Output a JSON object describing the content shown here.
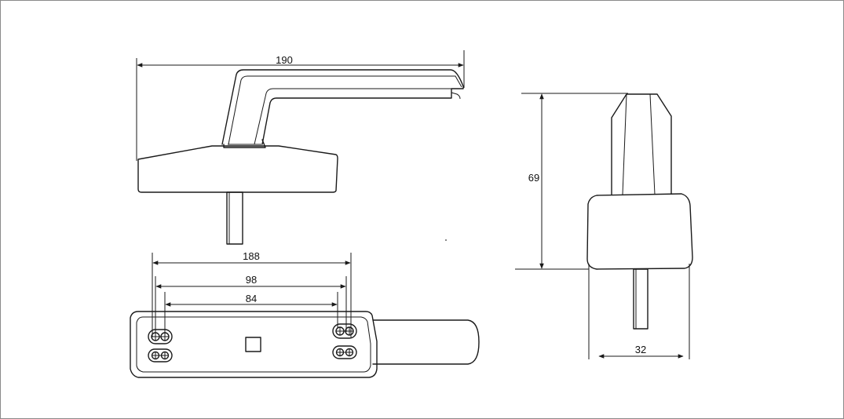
{
  "drawing": {
    "dimensions": {
      "handle_length": "190",
      "hole_spacing_outer": "188",
      "hole_spacing_middle": "98",
      "hole_spacing_inner": "84",
      "side_height": "69",
      "side_width": "32"
    }
  }
}
